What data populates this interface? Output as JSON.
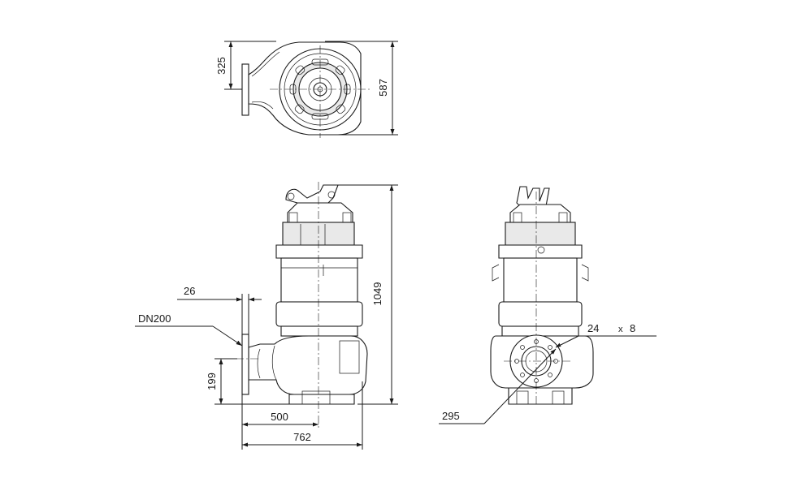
{
  "dimensions": {
    "top_width": "325",
    "top_depth": "587",
    "flange_thickness": "26",
    "outlet_size": "DN200",
    "outlet_height": "199",
    "outlet_to_axis": "500",
    "overall_length": "762",
    "overall_height": "1049",
    "bolt_hole_dia": "24",
    "bolt_times": "x",
    "bolt_count": "8",
    "bolt_circle": "295"
  },
  "colors": {
    "line": "#1a1a1a",
    "fill": "#ffffff",
    "shade": "#e9e9e9"
  }
}
